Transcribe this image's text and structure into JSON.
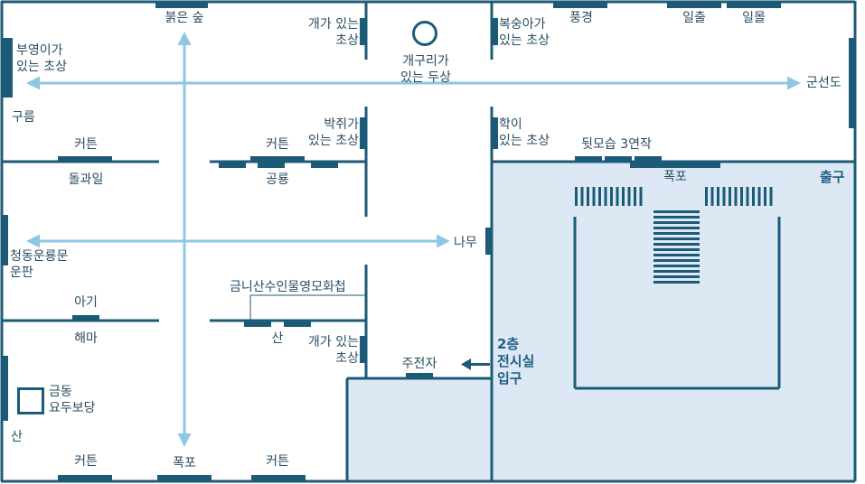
{
  "colors": {
    "wall": "#1c5a78",
    "artwork": "#1c5a78",
    "path_arrow": "#8ec7e4",
    "hall_fill": "#dce9f5",
    "text": "#2a4d63",
    "accent_text": "#1e5f82"
  },
  "labels": {
    "bulgeun_sup": "붉은 숲",
    "gae_top": "개가 있는\n초상",
    "gaeguri": "개구리가\n있는 두상",
    "boksunga": "복숭아가\n있는 초상",
    "punggyeong": "풍경",
    "ilchul": "일출",
    "ilmol": "일몰",
    "buyeong": "부영이가\n있는 초상",
    "gunseondo": "군선도",
    "gureum": "구름",
    "bakjwi": "박쥐가\n있는 초상",
    "hak": "학이\n있는 초상",
    "curtain_left_top": "커튼",
    "curtain_mid_top": "커튼",
    "dwinmoseup": "뒷모습 3연작",
    "dolgwail": "돌과일",
    "gongnyong": "공룡",
    "pokpo_top": "폭포",
    "chulgu": "출구",
    "cheongdong": "청동운룡문\n운판",
    "namu": "나무",
    "geumni": "금니산수인물영모화첩",
    "agi": "아기",
    "haema": "해마",
    "san_mid": "산",
    "gae_bottom": "개가 있는\n초상",
    "entrance_2f": "2층\n전시실\n입구",
    "jujeonja": "주전자",
    "geumdong": "금동\n요두보당",
    "san_left": "산",
    "curtain_bottom_left": "커튼",
    "pokpo_bottom": "폭포",
    "curtain_bottom_right": "커튼"
  }
}
